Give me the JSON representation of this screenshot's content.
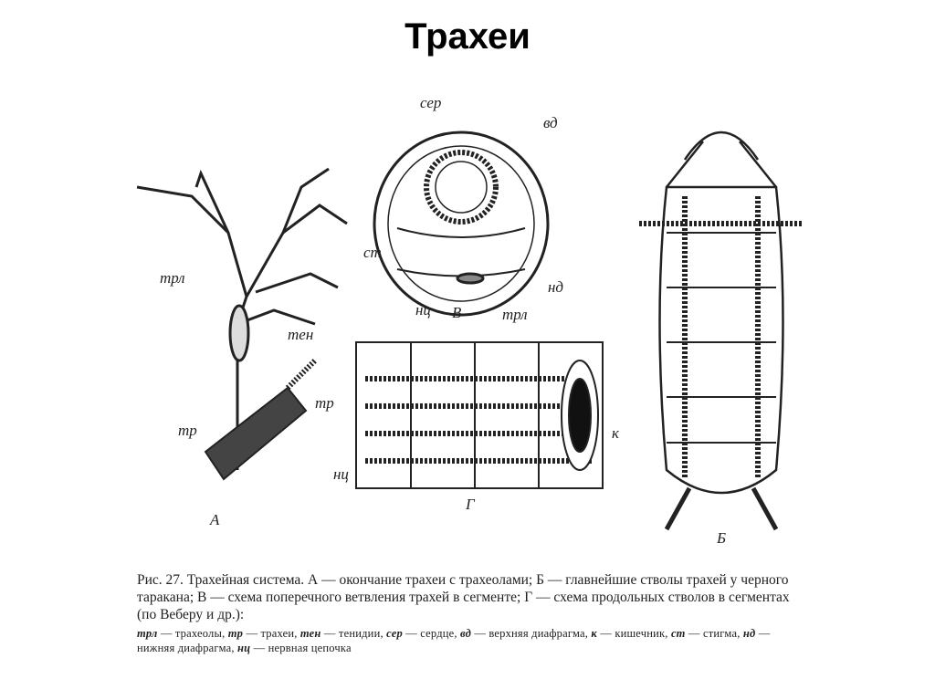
{
  "slide": {
    "title": "Трахеи"
  },
  "figure": {
    "panels": {
      "A": {
        "label": "А",
        "callouts": {
          "trl": "трл",
          "ten": "тен",
          "tr": "тр"
        }
      },
      "B": {
        "label": "Б"
      },
      "V": {
        "label": "В",
        "callouts": {
          "ser": "сер",
          "vd": "вд",
          "st": "ст",
          "nd": "нд",
          "nc": "нц"
        }
      },
      "G": {
        "label": "Г",
        "callouts": {
          "trl": "трл",
          "tr": "тр",
          "k": "к",
          "nc": "нц"
        }
      }
    }
  },
  "caption": {
    "text": "Рис. 27. Трахейная система. А — окончание трахеи с трахеолами; Б — главнейшие стволы трахей у черного таракана; В — схема поперечного ветвления трахей в сегменте; Г — схема продольных стволов в сегментах (по Веберу и др.):"
  },
  "legend": [
    {
      "abbr": "трл",
      "text": " — трахеолы,  "
    },
    {
      "abbr": "тр",
      "text": " — трахеи,  "
    },
    {
      "abbr": "тен",
      "text": " — тенидии,  "
    },
    {
      "abbr": "сер",
      "text": " — сердце,  "
    },
    {
      "abbr": "вд",
      "text": " — верхняя диафрагма,  "
    },
    {
      "abbr": "к",
      "text": " — кишечник,  "
    },
    {
      "abbr": "ст",
      "text": " — стигма,  "
    },
    {
      "abbr": "нд",
      "text": " — нижняя диафрагма,  "
    },
    {
      "abbr": "нц",
      "text": " — нервная цепочка"
    }
  ]
}
